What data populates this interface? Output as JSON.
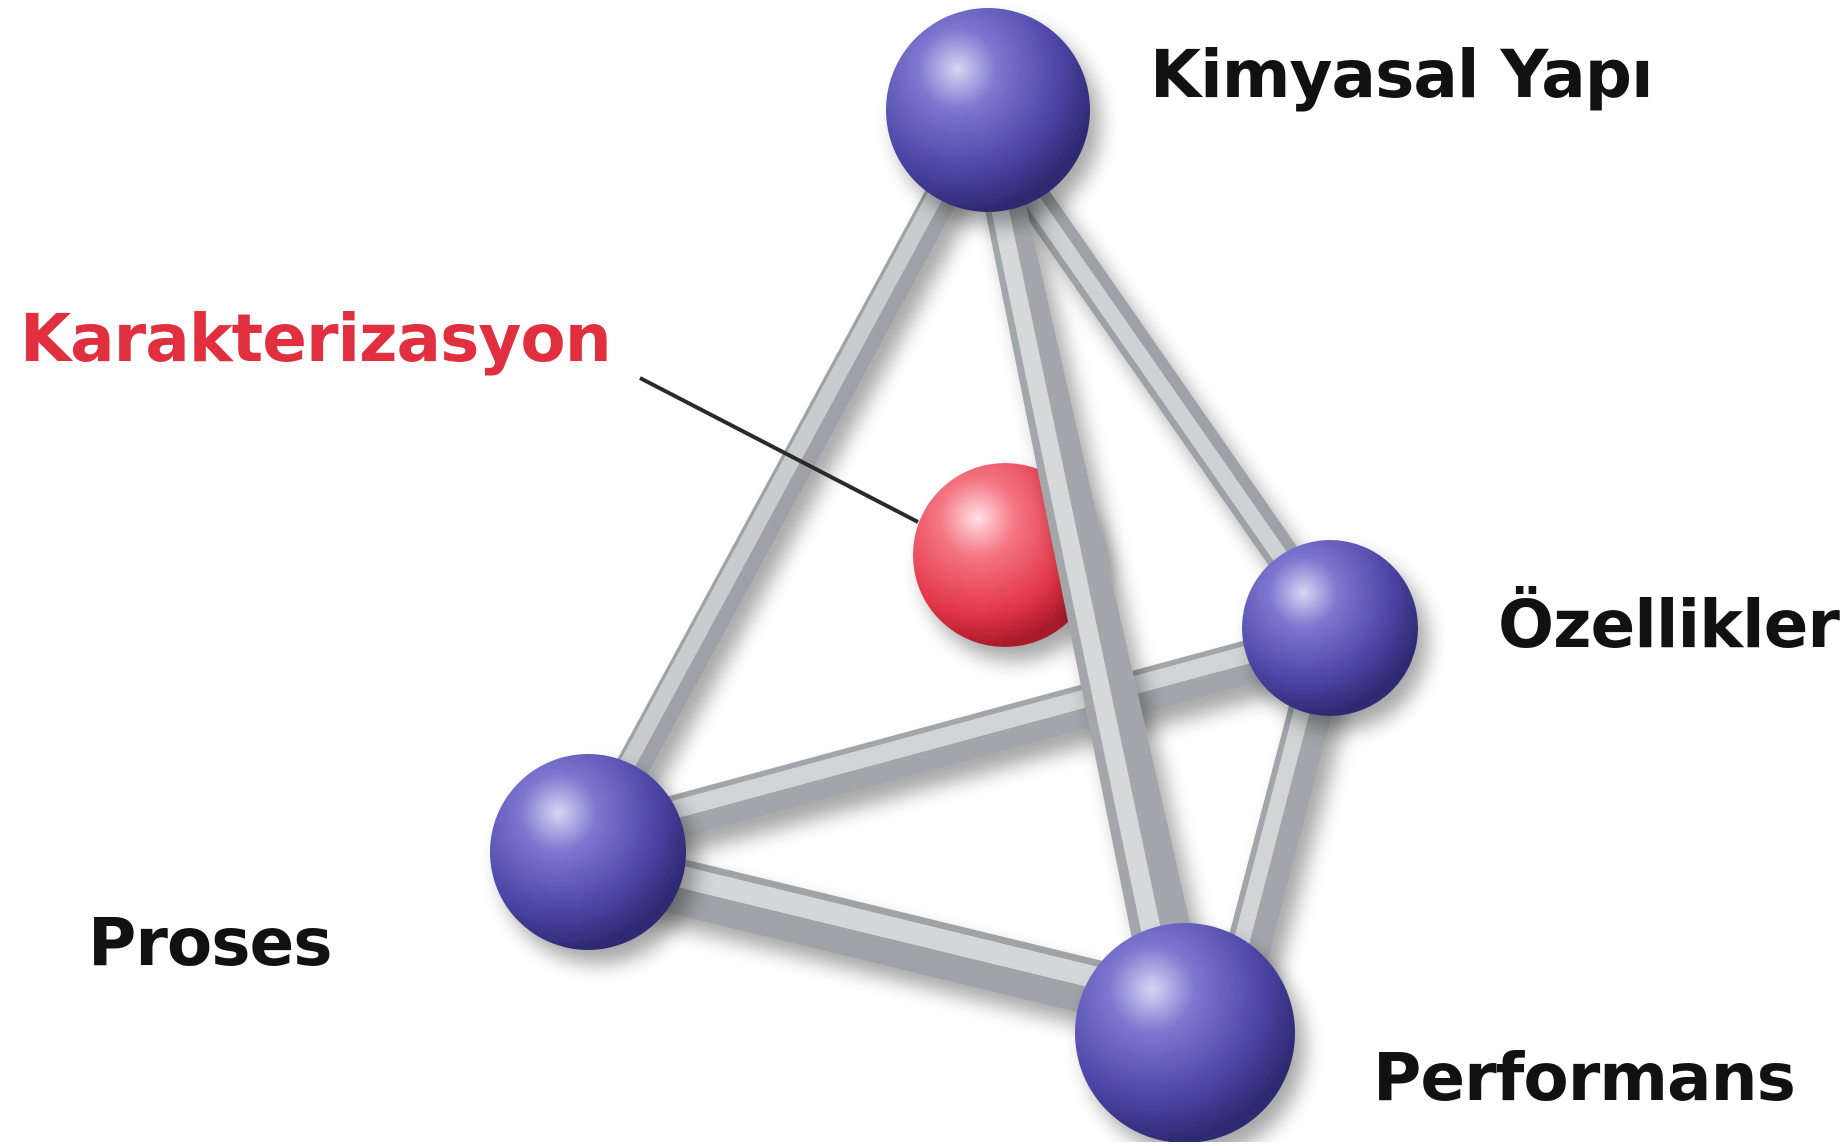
{
  "diagram": {
    "labels": {
      "top": "Kimyasal Yapı",
      "center": "Karakterizasyon",
      "right": "Özellikler",
      "left": "Proses",
      "bottom": "Performans"
    },
    "colors": {
      "background": "#ffffff",
      "label_text": "#111111",
      "center_label": "#e0303f",
      "vertex_sphere": "#5a55b5",
      "center_sphere": "#ef4a5a",
      "rod": "#b5b8bb",
      "leader_line": "#2a2a2a"
    }
  }
}
